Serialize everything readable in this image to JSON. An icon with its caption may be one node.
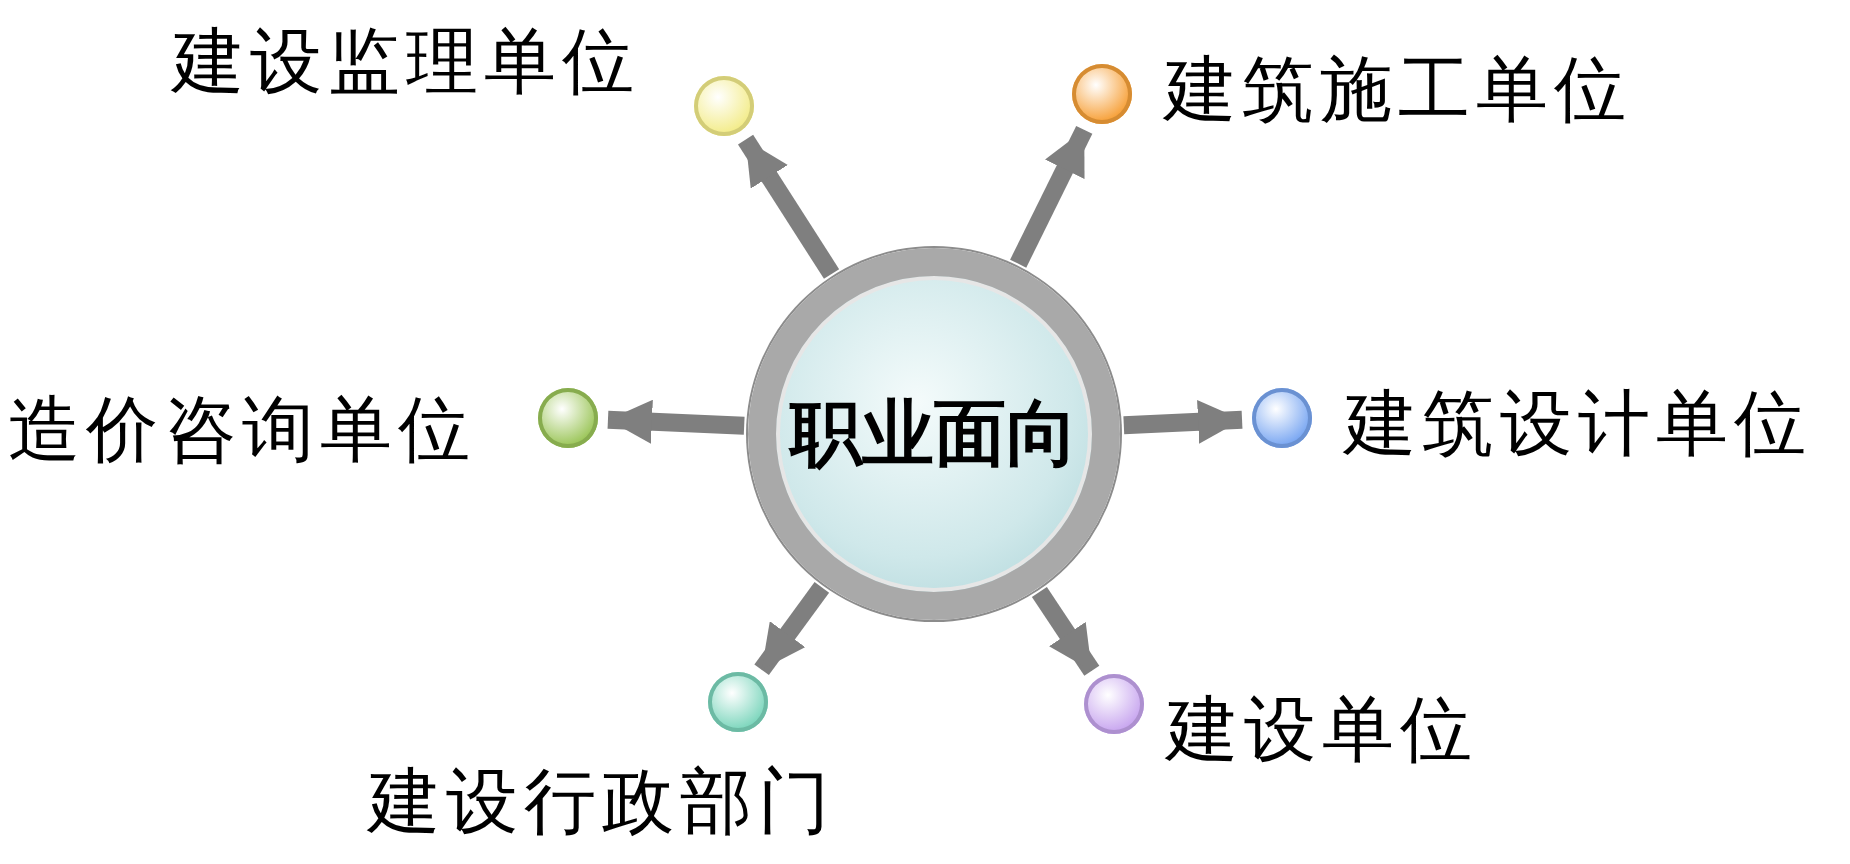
{
  "diagram": {
    "nodes": [
      {
        "text": [
          "建设监理单位"
        ]
      },
      {
        "text": [
          "建筑施工单位"
        ]
      },
      {
        "text": [
          "职业面向"
        ]
      },
      {
        "text": [
          "造价咨询单位"
        ]
      },
      {
        "text": [
          "建筑设计单位"
        ]
      },
      {
        "text": [
          "建设单位"
        ]
      },
      {
        "text": [
          "建设行政部门"
        ]
      }
    ],
    "edges": [
      {
        "from": 2,
        "to": 0,
        "arrow": "to"
      },
      {
        "from": 2,
        "to": 1,
        "arrow": "to"
      },
      {
        "from": 2,
        "to": 3,
        "arrow": "to"
      },
      {
        "from": 2,
        "to": 4,
        "arrow": "to"
      },
      {
        "from": 2,
        "to": 5,
        "arrow": "to"
      },
      {
        "from": 2,
        "to": 6,
        "arrow": "to"
      }
    ]
  }
}
